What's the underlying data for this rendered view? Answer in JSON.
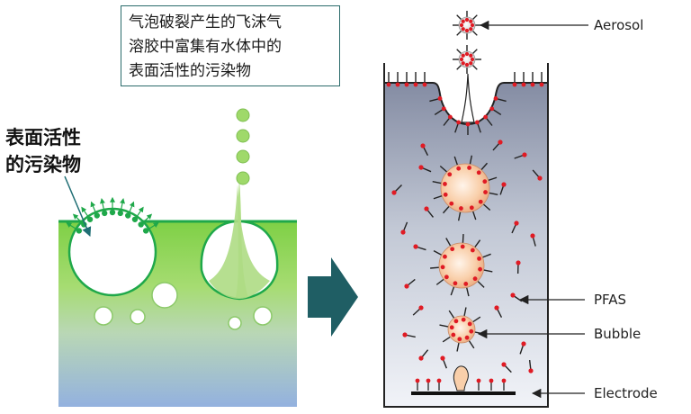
{
  "callout": {
    "lines": [
      "气泡破裂产生的飞沫气",
      "溶胶中富集有水体中的",
      "表面活性的污染物"
    ]
  },
  "left_label": {
    "lines": [
      "表面活性",
      "的污染物"
    ]
  },
  "labels": {
    "aerosol": "Aerosol",
    "pfas": "PFAS",
    "bubble": "Bubble",
    "electrode": "Electrode"
  },
  "colors": {
    "green_dark": "#1fa84a",
    "green_light": "#9fd96a",
    "water_blue": "#9bb5dd",
    "arrow_teal": "#1f5e64",
    "pfas_head": "#e01b24",
    "bubble_core": "#f7c59f",
    "tank_top": "#8a93a8",
    "tank_bottom": "#eef1f6"
  },
  "icons": [
    "right-arrow-icon",
    "aerosol-droplet-icon",
    "pfas-molecule-icon",
    "bubble-icon",
    "electrode-icon"
  ]
}
